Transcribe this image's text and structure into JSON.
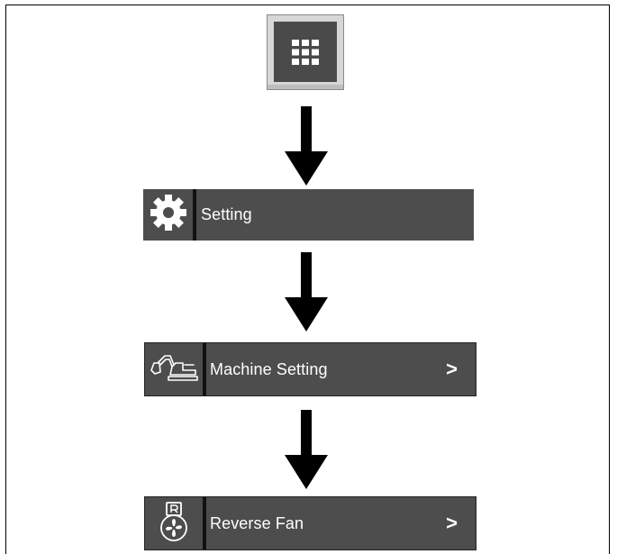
{
  "menu_button": {
    "icon": "grid-menu-icon"
  },
  "steps": [
    {
      "label": "Setting",
      "icon": "gear-icon"
    },
    {
      "label": "Machine Setting",
      "icon": "excavator-icon",
      "chevron": ">"
    },
    {
      "label": "Reverse Fan",
      "icon": "reverse-fan-icon",
      "chevron": ">"
    }
  ],
  "arrow_icon": "arrow-down-icon",
  "colors": {
    "bar_bg": "#4d4d4d",
    "divider": "#111111",
    "text": "#ffffff",
    "arrow": "#000000",
    "menu_outer": "#d7d7d7"
  }
}
